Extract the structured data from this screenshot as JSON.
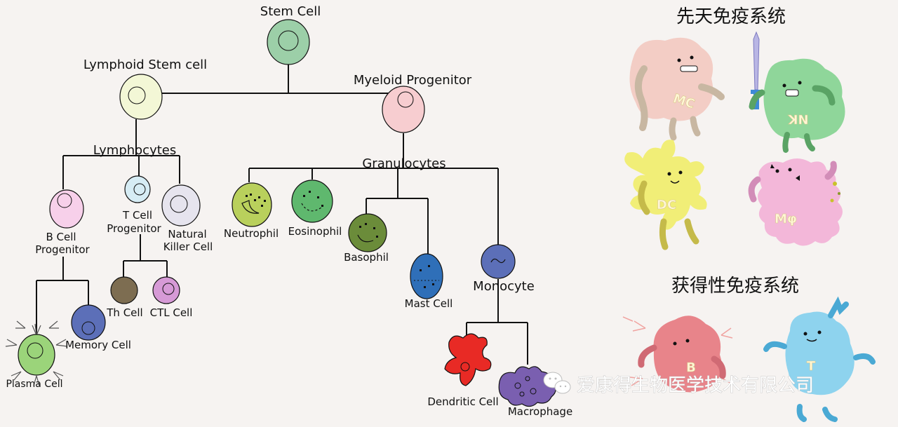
{
  "title": "",
  "nodes": {
    "stem": "Stem Cell",
    "lymphoid": "Lymphoid Stem cell",
    "myeloid": "Myeloid Progenitor",
    "lymphocytes": "Lymphocytes",
    "granulocytes": "Granulocytes",
    "b_prog_1": "B Cell",
    "b_prog_2": "Progenitor",
    "t_prog_1": "T Cell",
    "t_prog_2": "Progenitor",
    "nk_1": "Natural",
    "nk_2": "Killer Cell",
    "neutrophil": "Neutrophil",
    "eosinophil": "Eosinophil",
    "basophil": "Basophil",
    "mast": "Mast Cell",
    "monocyte": "Monocyte",
    "th": "Th Cell",
    "ctl": "CTL Cell",
    "memory": "Memory Cell",
    "plasma": "Plasma Cell",
    "dendritic": "Dendritic Cell",
    "macrophage": "Macrophage"
  },
  "innate": {
    "title": "先天免疫系统",
    "mc": "MC",
    "nk": "NK",
    "dc": "DC",
    "m_phi": "Mφ"
  },
  "adaptive": {
    "title": "获得性免疫系统",
    "b": "B",
    "t": "T"
  },
  "watermark": "爱康得生物医学技术有限公司"
}
